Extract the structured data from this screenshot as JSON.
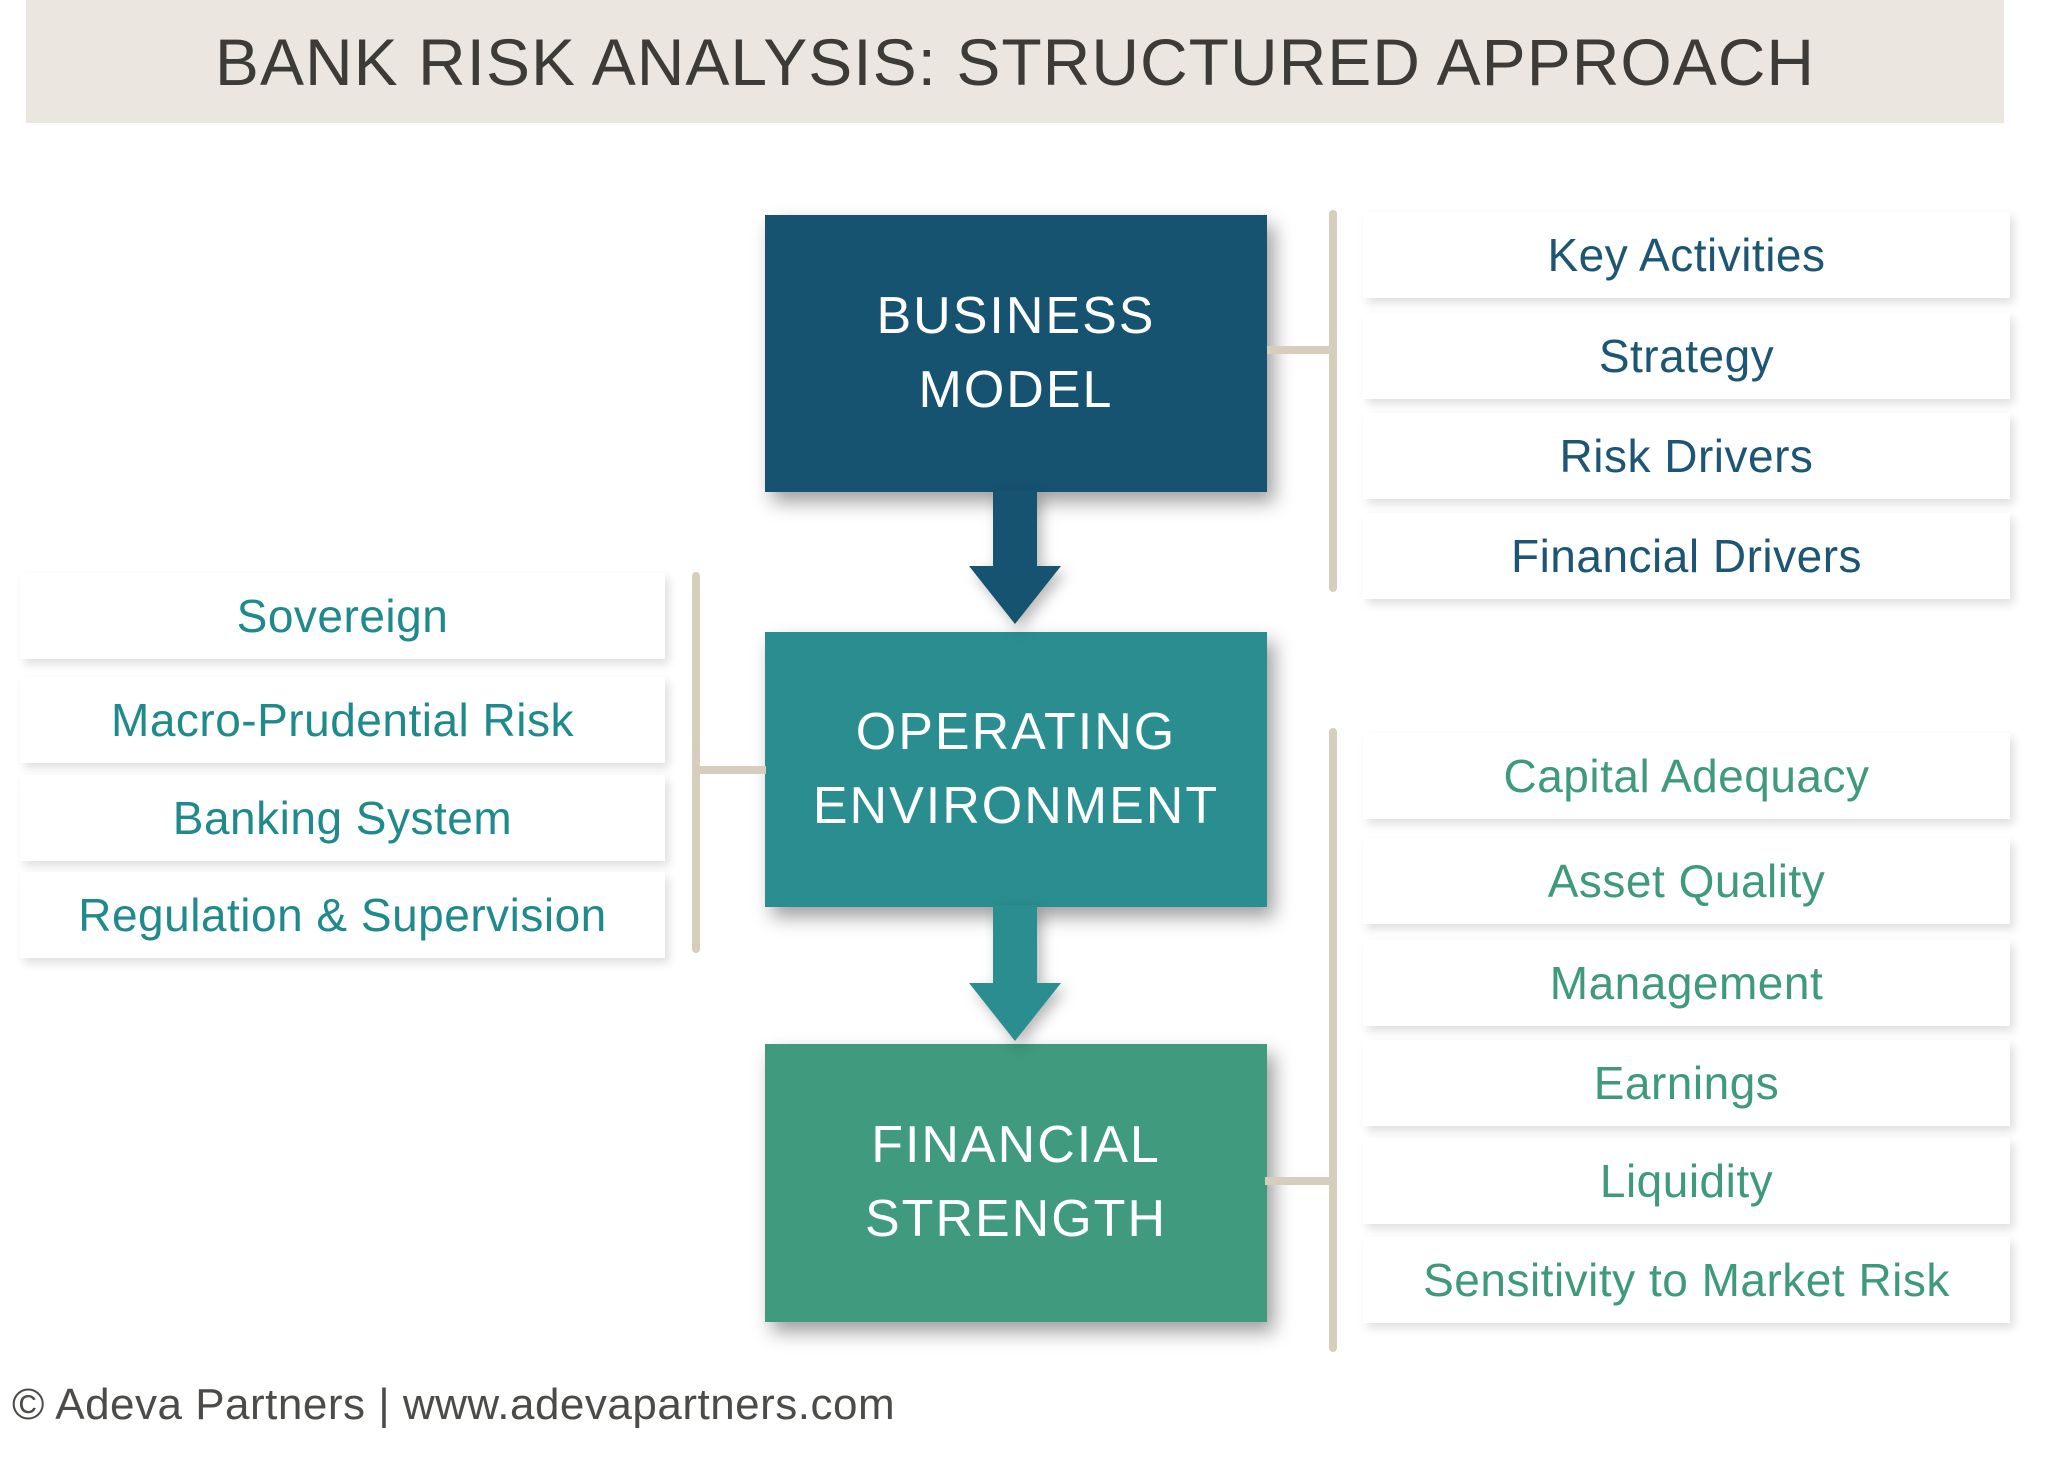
{
  "title": {
    "text": "BANK RISK ANALYSIS: STRUCTURED APPROACH"
  },
  "flow": {
    "business_model": {
      "line1": "BUSINESS",
      "line2": "MODEL",
      "color": "#155371"
    },
    "operating_environment": {
      "line1": "OPERATING",
      "line2": "ENVIRONMENT",
      "color": "#2a8e90"
    },
    "financial_strength": {
      "line1": "FINANCIAL",
      "line2": "STRENGTH",
      "color": "#3f9a7e"
    }
  },
  "business_model_factors": {
    "items": [
      "Key Activities",
      "Strategy",
      "Risk Drivers",
      "Financial Drivers"
    ],
    "text_color": "#1c5674"
  },
  "operating_environment_factors": {
    "items": [
      "Sovereign",
      "Macro-Prudential Risk",
      "Banking System",
      "Regulation & Supervision"
    ],
    "text_color": "#1f8a8c"
  },
  "financial_strength_factors": {
    "items": [
      "Capital Adequacy",
      "Asset Quality",
      "Management",
      "Earnings",
      "Liquidity",
      "Sensitivity to Market Risk"
    ],
    "text_color": "#3f9a7c"
  },
  "footer": {
    "text": "© Adeva Partners | www.adevapartners.com"
  },
  "colors": {
    "title_bar_bg": "#ebe6df",
    "title_text": "#3c3b37",
    "business_model_box": "#155371",
    "operating_environment_box": "#2a8e90",
    "financial_strength_box": "#3f9a7e",
    "arrow_business_to_operating": "#155371",
    "arrow_operating_to_financial": "#2a8e90",
    "connector_line": "#d6cdbd",
    "list_box_bg": "#ffffff",
    "footer_text": "#4c4b48"
  }
}
